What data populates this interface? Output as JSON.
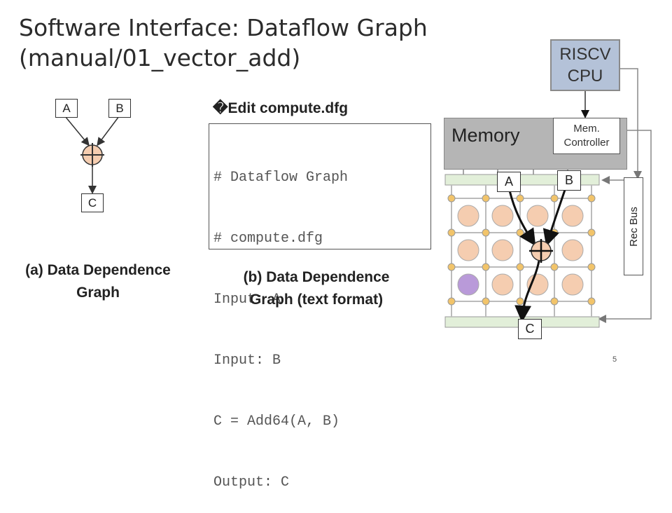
{
  "title": {
    "line1": "Software Interface: Dataflow Graph",
    "line2": "(manual/01_vector_add)"
  },
  "dependence_graph": {
    "node_a": "A",
    "node_b": "B",
    "node_c": "C",
    "op_icon": "plus-circle-icon",
    "caption_line1": "(a) Data Dependence",
    "caption_line2": "Graph"
  },
  "editor": {
    "title": "�Edit compute.dfg",
    "lines": [
      "# Dataflow Graph",
      "# compute.dfg",
      "Input: A",
      "Input: B",
      "C = Add64(A, B)",
      "Output: C"
    ],
    "caption_line1": "(b) Data Dependence",
    "caption_line2": "Graph (text format)"
  },
  "hardware": {
    "cpu_line1": "RISCV",
    "cpu_line2": "CPU",
    "memory": "Memory",
    "mem_ctrl_line1": "Mem.",
    "mem_ctrl_line2": "Controller",
    "rec_bus": "Rec Bus",
    "input_a": "A",
    "input_b": "B",
    "output_c": "C",
    "colors": {
      "cpu": "#b4c2d8",
      "memory": "#b5b5b5",
      "pe": "#f5cdb0",
      "pe_special": "#b99ad9",
      "switch": "#f2c46a",
      "port_bar": "#e2efd9"
    }
  },
  "page_number": "5"
}
